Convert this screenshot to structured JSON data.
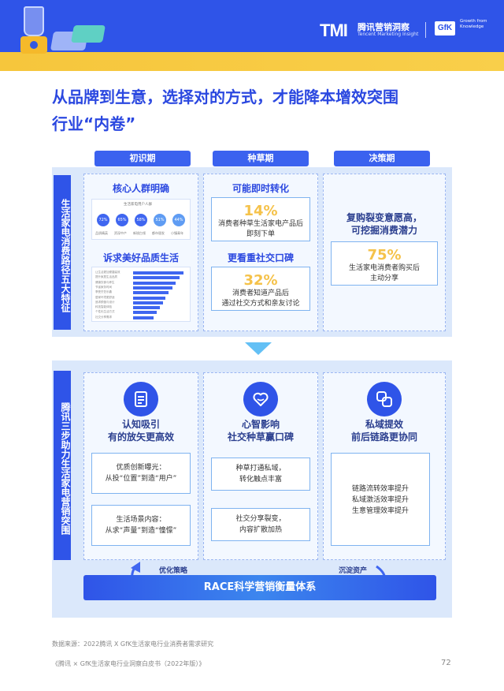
{
  "brand": {
    "tmi": "TMI",
    "cn": "腾讯营销洞察",
    "en": "Tencent Marketing Insight",
    "gfk": "GfK",
    "gfk_tagline": "Growth from Knowledge"
  },
  "title_line1": "从品牌到生意，选择对的方式，才能降本增效突围",
  "title_line2": "行业“内卷”",
  "stages": [
    "初识期",
    "种草期",
    "决策期"
  ],
  "section1": {
    "side_label": "生活家电消费路径五大特征",
    "col1": {
      "head1": "核心人群明确",
      "head2": "诉求美好品质生活",
      "mini_title": "生活家电用户人群",
      "mini_circles": [
        "72%",
        "65%",
        "58%",
        "51%",
        "44%"
      ],
      "mini_labels": [
        "品质精英",
        "资深中产",
        "新锐白领",
        "都市银发",
        "小镇青年"
      ],
      "bars": [
        {
          "label": "让生活更加便捷高效",
          "value": 78
        },
        {
          "label": "提升家居生活品质",
          "value": 72
        },
        {
          "label": "健康饮食与养生",
          "value": 66
        },
        {
          "label": "节省家务时间",
          "value": 61
        },
        {
          "label": "享受烹饪乐趣",
          "value": 55
        },
        {
          "label": "居家环境更舒适",
          "value": 50
        },
        {
          "label": "追求颜值与设计",
          "value": 46
        },
        {
          "label": "科技智能体验",
          "value": 41
        },
        {
          "label": "个性化生活方式",
          "value": 36
        },
        {
          "label": "社交分享需求",
          "value": 31
        }
      ]
    },
    "col2": {
      "head1": "可能即时转化",
      "stat1_pct": "14%",
      "stat1_l1": "消费者种草生活家电产品后",
      "stat1_l2": "即刻下单",
      "head2": "更看重社交口碑",
      "stat2_pct": "32%",
      "stat2_l1": "消费者知道产品后",
      "stat2_l2": "通过社交方式和亲友讨论"
    },
    "col3": {
      "head_l1": "复购裂变意愿高，",
      "head_l2": "可挖掘消费潜力",
      "stat_pct": "75%",
      "stat_l1": "生活家电消费者购买后",
      "stat_l2": "主动分享"
    }
  },
  "section2": {
    "side_label": "腾讯三步助力生活家电营销突围",
    "col1": {
      "icon": "document-icon",
      "head_l1": "认知吸引",
      "head_l2": "有的放矢更高效",
      "tip1_l1": "优质创新曝光：",
      "tip1_l2": "从投“位置”到造“用户”",
      "tip2_l1": "生活场景内容：",
      "tip2_l2": "从求“声量”到造“憧憬”"
    },
    "col2": {
      "icon": "heart-icon",
      "head_l1": "心智影响",
      "head_l2": "社交种草赢口碑",
      "tip1_l1": "种草打通私域，",
      "tip1_l2": "转化触点丰富",
      "tip2_l1": "社交分享裂变，",
      "tip2_l2": "内容扩散加热"
    },
    "col3": {
      "icon": "link-icon",
      "head_l1": "私域提效",
      "head_l2": "前后链路更协同",
      "tip_l1": "链路流转效率提升",
      "tip_l2": "私域激活效率提升",
      "tip_l3": "生意管理效率提升"
    },
    "loop_left": "优化策略",
    "loop_right": "沉淀资产",
    "race": "RACE科学营销衡量体系"
  },
  "source": "数据来源：2022腾讯 X GfK生活家电行业消费者需求研究",
  "footer": "《腾讯 × GfK生活家电行业洞察白皮书（2022年版）》",
  "page_number": "72",
  "colors": {
    "brand_blue": "#2f54e8",
    "accent_yellow": "#f5c24a",
    "panel_bg": "#dbe8fb",
    "arrow_cyan": "#63c0f5"
  }
}
